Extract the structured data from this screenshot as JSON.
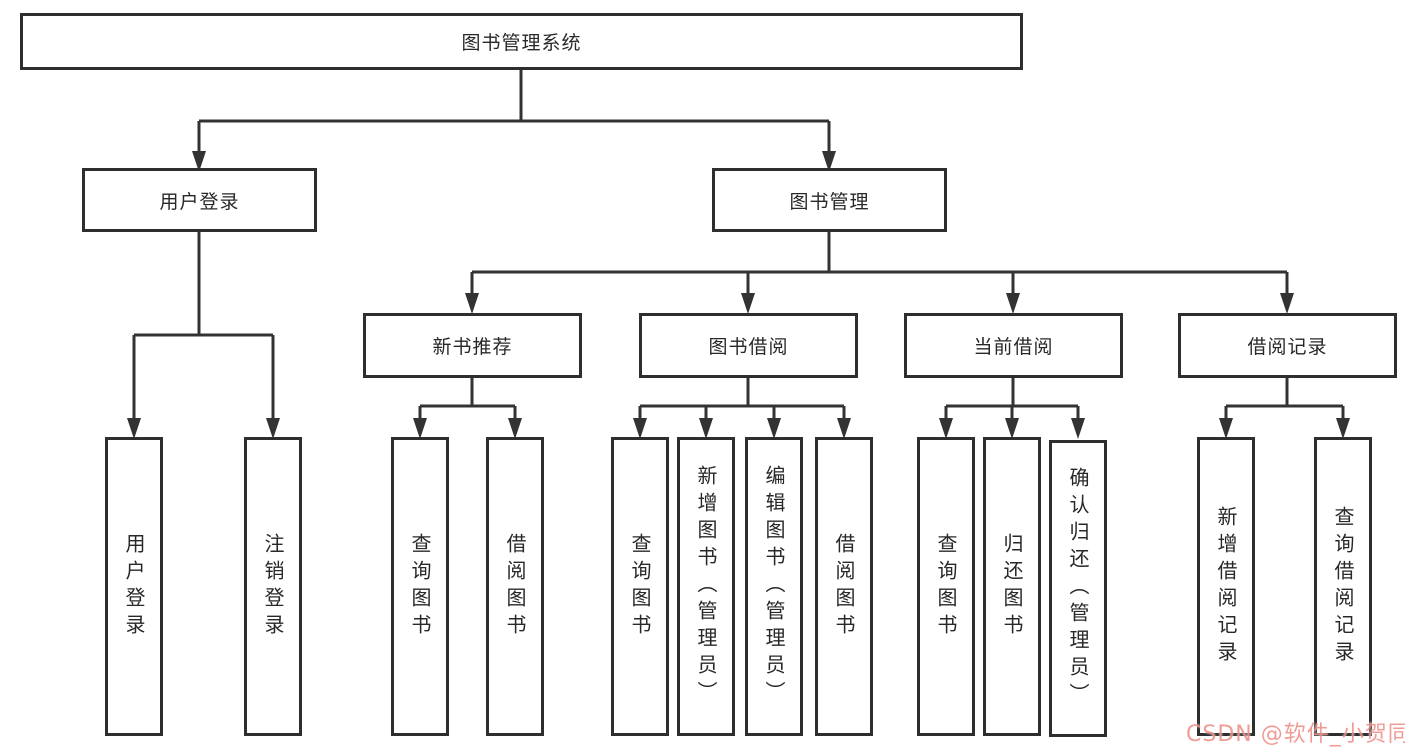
{
  "tree": {
    "label": "图书管理系统",
    "children": [
      {
        "label": "用户登录",
        "children": [
          {
            "label": "用户登录"
          },
          {
            "label": "注销登录"
          }
        ]
      },
      {
        "label": "图书管理",
        "children": [
          {
            "label": "新书推荐",
            "children": [
              {
                "label": "查询图书"
              },
              {
                "label": "借阅图书"
              }
            ]
          },
          {
            "label": "图书借阅",
            "children": [
              {
                "label": "查询图书"
              },
              {
                "label": "新增图书（管理员）"
              },
              {
                "label": "编辑图书（管理员）"
              },
              {
                "label": "借阅图书"
              }
            ]
          },
          {
            "label": "当前借阅",
            "children": [
              {
                "label": "查询图书"
              },
              {
                "label": "归还图书"
              },
              {
                "label": "确认归还（管理员）"
              }
            ]
          },
          {
            "label": "借阅记录",
            "children": [
              {
                "label": "新增借阅记录"
              },
              {
                "label": "查询借阅记录"
              }
            ]
          }
        ]
      }
    ]
  },
  "watermark": {
    "text": "CSDN @软件_小贺同学"
  },
  "colors": {
    "line": "#333333",
    "box_border": "#2e2e2e",
    "text": "#282828",
    "background": "#ffffff",
    "watermark": "#ec8078"
  }
}
